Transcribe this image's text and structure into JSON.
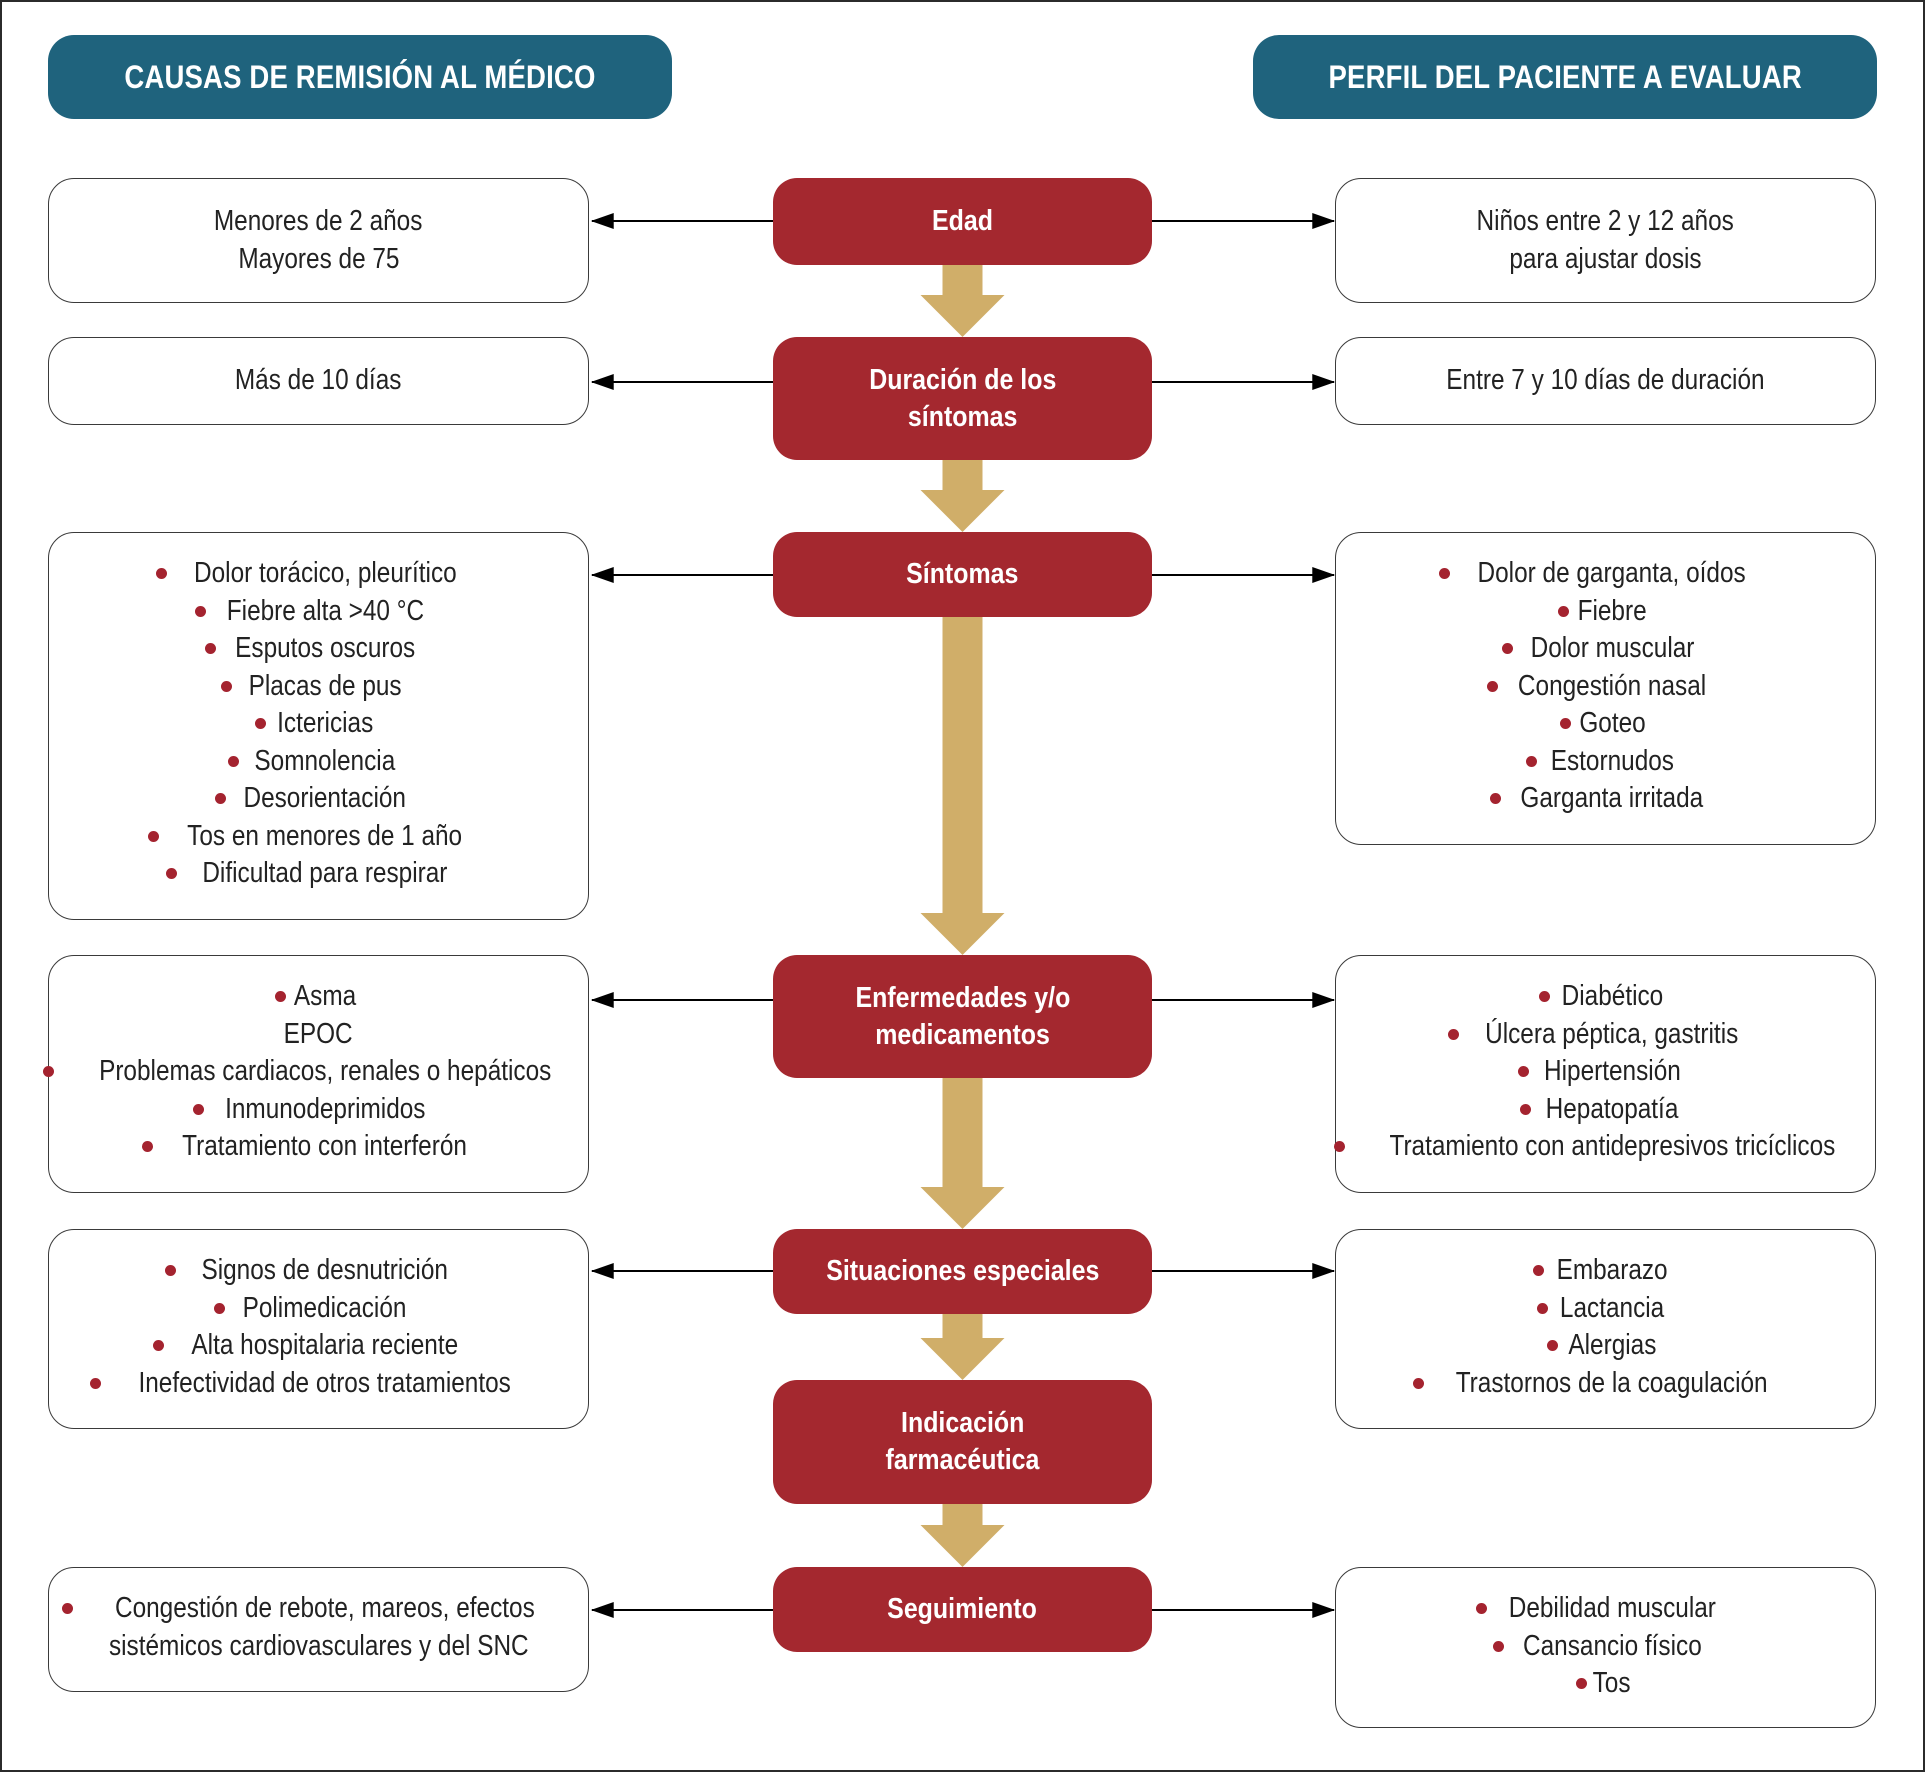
{
  "headers": {
    "left": "CAUSAS DE REMISIÓN AL MÉDICO",
    "right": "PERFIL DEL PACIENTE A EVALUAR"
  },
  "colors": {
    "header": "#1f637d",
    "step": "#a4282f",
    "arrow": "#d0ae69",
    "bullet": "#a4232f"
  },
  "steps": [
    {
      "label": [
        "Edad"
      ],
      "left": {
        "bulleted": false,
        "items": [
          "Menores de 2 años",
          "Mayores de 75"
        ]
      },
      "right": {
        "bulleted": false,
        "items": [
          "Niños entre 2 y 12 años",
          "para ajustar dosis"
        ]
      }
    },
    {
      "label": [
        "Duración de los",
        "síntomas"
      ],
      "left": {
        "bulleted": false,
        "items": [
          "Más de 10 días"
        ]
      },
      "right": {
        "bulleted": false,
        "items": [
          "Entre 7 y 10 días de duración"
        ]
      }
    },
    {
      "label": [
        "Síntomas"
      ],
      "left": {
        "bulleted": true,
        "items": [
          "Dolor torácico, pleurítico",
          "Fiebre alta >40 °C",
          "Esputos oscuros",
          "Placas de pus",
          "Ictericias",
          "Somnolencia",
          "Desorientación",
          "Tos en menores de 1 año",
          "Dificultad para respirar"
        ]
      },
      "right": {
        "bulleted": true,
        "items": [
          "Dolor de garganta, oídos",
          "Fiebre",
          "Dolor muscular",
          "Congestión nasal",
          "Goteo",
          "Estornudos",
          "Garganta irritada"
        ]
      }
    },
    {
      "label": [
        "Enfermedades y/o",
        "medicamentos"
      ],
      "left": {
        "bulleted": true,
        "items": [
          "Asma",
          "EPOC",
          "Problemas cardiacos, renales o hepáticos",
          "Inmunodeprimidos",
          "Tratamiento con interferón"
        ],
        "unbulleted_index": [
          1
        ]
      },
      "right": {
        "bulleted": true,
        "items": [
          "Diabético",
          "Úlcera péptica, gastritis",
          "Hipertensión",
          "Hepatopatía",
          "Tratamiento con antidepresivos tricíclicos"
        ]
      }
    },
    {
      "label": [
        "Situaciones especiales"
      ],
      "left": {
        "bulleted": true,
        "items": [
          "Signos de desnutrición",
          "Polimedicación",
          "Alta hospitalaria reciente",
          "Inefectividad de otros tratamientos"
        ]
      },
      "right": {
        "bulleted": true,
        "items": [
          "Embarazo",
          "Lactancia",
          "Alergias",
          "Trastornos de la coagulación"
        ]
      }
    },
    {
      "label": [
        "Indicación",
        "farmacéutica"
      ]
    },
    {
      "label": [
        "Seguimiento"
      ],
      "left": {
        "bulleted": true,
        "items": [
          "Congestión de rebote, mareos, efectos",
          "sistémicos cardiovasculares y del SNC"
        ],
        "unbulleted_index": [
          1
        ]
      },
      "right": {
        "bulleted": true,
        "items": [
          "Debilidad muscular",
          "Cansancio físico",
          "Tos"
        ]
      }
    }
  ]
}
